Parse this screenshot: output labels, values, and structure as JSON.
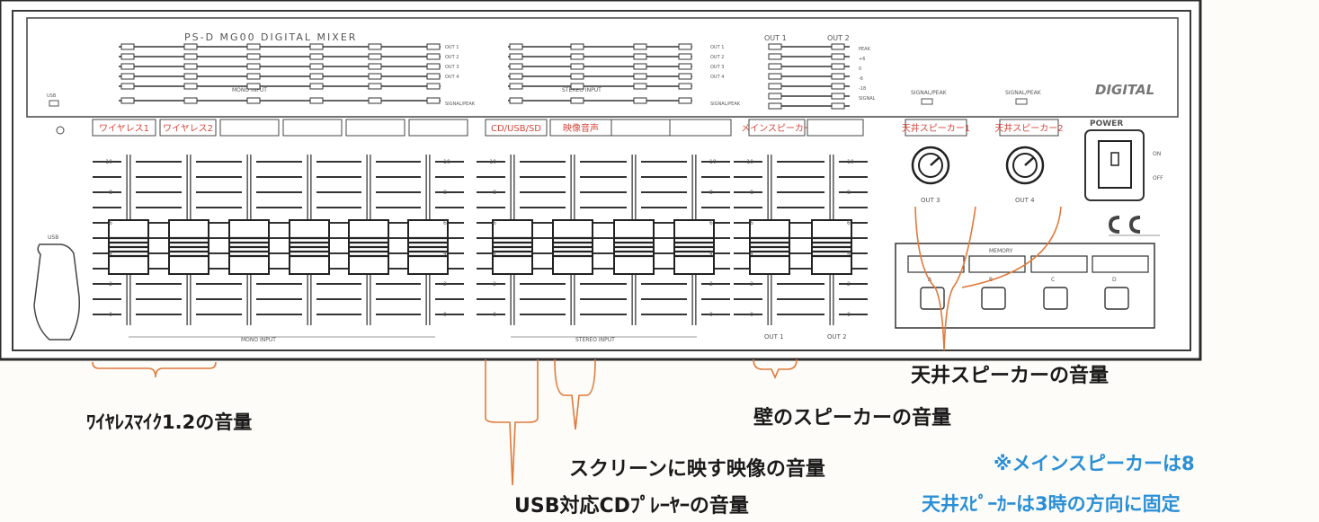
{
  "device": {
    "model_label": "PS-D MG00 DIGITAL MIXER",
    "brand_mark": "DIGITAL",
    "power_label": "POWER",
    "power_on": "ON",
    "power_off": "OFF",
    "usb_led_label": "USB",
    "usb_port_label": "USB",
    "memory_label": "MEMORY",
    "memory_buttons": [
      "A",
      "B",
      "C",
      "D"
    ],
    "out1_header": "OUT 1",
    "out2_header": "OUT 2",
    "signal_peak_left": "SIGNAL/PEAK",
    "signal_peak_right": "SIGNAL/PEAK",
    "mono_input_label": "MONO INPUT",
    "stereo_input_label": "STEREO INPUT",
    "signal_peak_row_a": "SIGNAL/PEAK",
    "signal_peak_row_b": "SIGNAL/PEAK",
    "mono_bus_labels": [
      "OUT 1",
      "OUT 2",
      "OUT 3",
      "OUT 4"
    ],
    "stereo_bus_labels": [
      "OUT 1",
      "OUT 2",
      "OUT 3",
      "OUT 4"
    ],
    "out_meter_labels": [
      "PEAK",
      "+6",
      "0",
      "-6",
      "-18",
      "SIGNAL"
    ],
    "fader_scale": [
      "10",
      "8",
      "6",
      "4",
      "2",
      "0"
    ],
    "knob_labels": [
      "OUT 3",
      "OUT 4"
    ],
    "fader_bottom_labels": [
      "OUT 1",
      "OUT 2"
    ]
  },
  "channel_labels": [
    "ワイヤレス1",
    "ワイヤレス2",
    "",
    "",
    "",
    "",
    "CD/USB/SD",
    "映像音声",
    "",
    "",
    "メインスピーカー",
    "",
    "天井スピーカー1",
    "天井スピーカー2"
  ],
  "annotations": {
    "wireless": "ﾜｲﾔﾚｽﾏｲｸ1.2の音量",
    "usb_cd": "USB対応CDﾌﾟﾚｰﾔｰの音量",
    "screen": "スクリーンに映す映像の音量",
    "wall": "壁のスピーカーの音量",
    "ceiling": "天井スピーカーの音量",
    "note_main": "※メインスピーカーは8",
    "note_ceiling": "天井ｽﾋﾟｰｶｰは3時の方向に固定"
  },
  "colors": {
    "panel_bg": "#ffffff",
    "panel_frame": "#2b2b2b",
    "bracket": "#e07a3c",
    "handwriting": "#d8463a",
    "note": "#2a8fd6"
  },
  "fader_levels": [
    0.5,
    0.5,
    0.5,
    0.5,
    0.5,
    0.5,
    0.5,
    0.5,
    0.5,
    0.5,
    0.5,
    0.5
  ]
}
